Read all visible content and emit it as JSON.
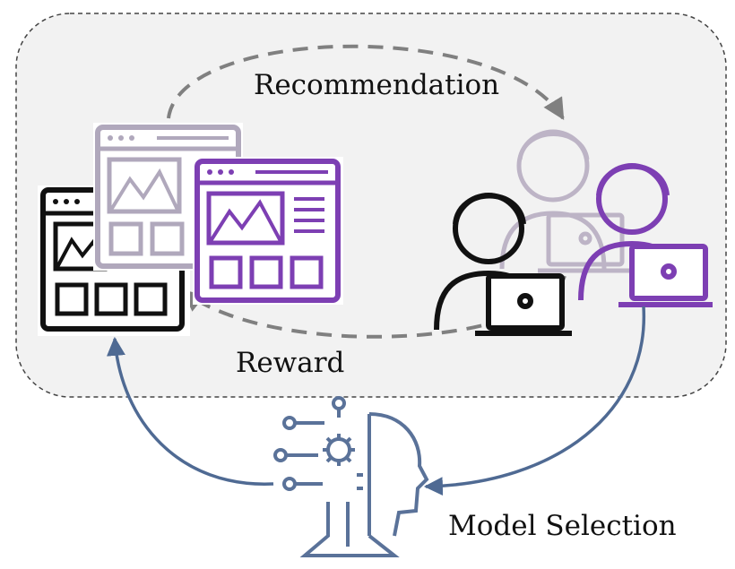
{
  "labels": {
    "recommendation": "Recommendation",
    "reward": "Reward",
    "model_selection": "Model Selection"
  },
  "icons": {
    "items": "browser-window-icons",
    "users": "users-with-laptops-icons",
    "model": "ai-robot-head-icon"
  },
  "colors": {
    "panel_fill": "#f2f2f2",
    "panel_border": "#444444",
    "loop_arrow": "#808080",
    "selection_arrow": "#4f6a93",
    "item_black": "#111111",
    "item_grey": "#b0a8bc",
    "item_purple": "#7d3fb3",
    "user_light": "#bdb4c6",
    "robot": "#5a7299"
  }
}
